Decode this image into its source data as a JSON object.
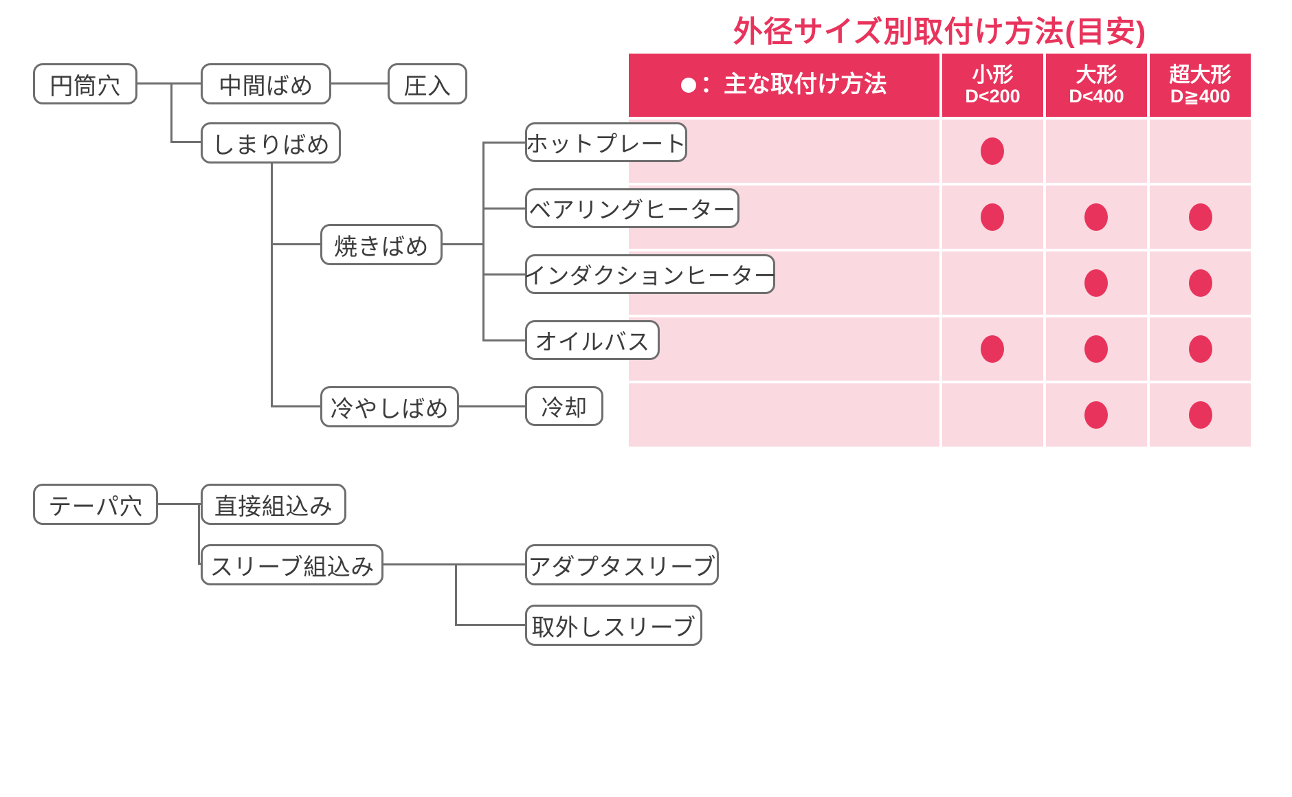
{
  "title": "外径サイズ別取付け方法(目安)",
  "table": {
    "legend_label": "：主な取付け方法",
    "legend_dot_icon": "filled-circle",
    "columns": [
      {
        "name": "小形",
        "range": "D<200"
      },
      {
        "name": "大形",
        "range": "D<400"
      },
      {
        "name": "超大形",
        "range": "D≧400"
      }
    ],
    "rows": [
      {
        "method": "ホットプレート",
        "marks": [
          true,
          false,
          false
        ]
      },
      {
        "method": "ベアリングヒーター",
        "marks": [
          true,
          true,
          true
        ]
      },
      {
        "method": "インダクションヒーター",
        "marks": [
          false,
          true,
          true
        ]
      },
      {
        "method": "オイルバス",
        "marks": [
          true,
          true,
          true
        ]
      },
      {
        "method": "冷却",
        "marks": [
          false,
          true,
          true
        ]
      }
    ]
  },
  "tree_cylindrical": {
    "root": "円筒穴",
    "clearance_fit": "中間ばめ",
    "press_fit": "圧入",
    "interference_fit": "しまりばめ",
    "shrink_fit": "焼きばめ",
    "cold_fit": "冷やしばめ"
  },
  "tree_taper": {
    "root": "テーパ穴",
    "direct_mount": "直接組込み",
    "sleeve_mount": "スリーブ組込み",
    "adapter_sleeve": "アダプタスリーブ",
    "withdrawal_sleeve": "取外しスリーブ"
  },
  "colors": {
    "accent": "#E8345C",
    "row_fill": "#FAD9E0",
    "line": "#6E6E6E",
    "text": "#3C3C3C"
  }
}
